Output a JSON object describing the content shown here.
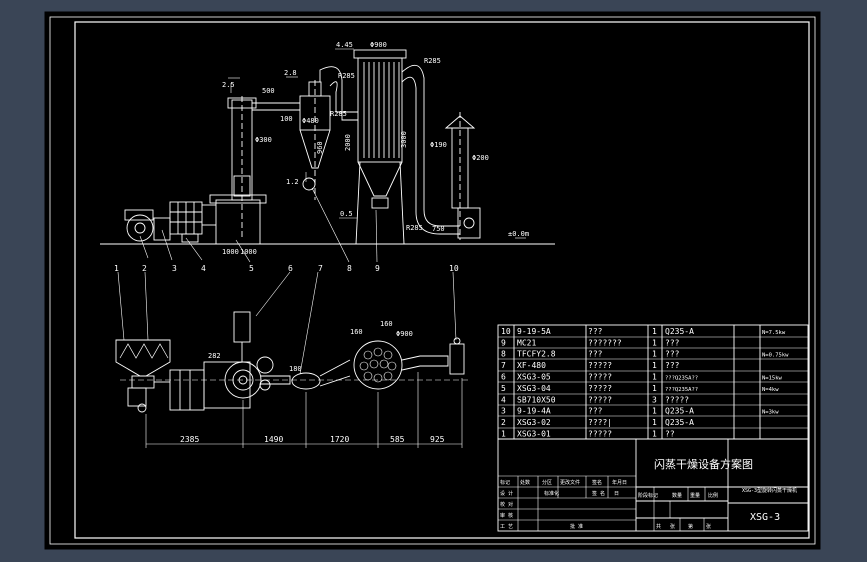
{
  "colors": {
    "background": "#3a4556",
    "sheet": "#000000",
    "line": "#ffffff",
    "accent": "#c8c8c8"
  },
  "elevation": {
    "markers": [
      "1",
      "2",
      "3",
      "4",
      "5",
      "6",
      "7",
      "8",
      "9",
      "10"
    ],
    "dims": {
      "d_445": "4.45",
      "d_900": "Φ900",
      "r285a": "R285",
      "r285b": "R285",
      "r285c": "R285",
      "r285d": "R285",
      "d_25": "2.5",
      "d_500": "500",
      "d_28": "2.8",
      "d_300": "Φ300",
      "d_480": "Φ480",
      "d_960": "960",
      "d_2000": "2000",
      "d_3000": "3000",
      "d_190": "Φ190",
      "d_200": "Φ200",
      "d_12": "1.2",
      "d_05": "0.5",
      "d_1000a": "1000",
      "d_1000b": "1000",
      "d_750": "750",
      "d_100": "100",
      "ground": "±0.0m"
    }
  },
  "plan": {
    "dims": {
      "d_2385": "2385",
      "d_1490": "1490",
      "d_1720": "1720",
      "d_585": "585",
      "d_925": "925",
      "d_282": "282",
      "d_180": "180",
      "d_160a": "160",
      "d_160b": "160",
      "d_900": "Φ900"
    }
  },
  "parts_list": {
    "rows": [
      {
        "no": "10",
        "code": "9-19-5A",
        "name": "???",
        "qty": "1",
        "mat": "Q235-A",
        "note": "N=7.5kw"
      },
      {
        "no": "9",
        "code": "MC21",
        "name": "???????",
        "qty": "1",
        "mat": "???",
        "note": ""
      },
      {
        "no": "8",
        "code": "TFCFY2.8",
        "name": "???",
        "qty": "1",
        "mat": "???",
        "note": "N=0.75kw"
      },
      {
        "no": "7",
        "code": "XF-480",
        "name": "?????",
        "qty": "1",
        "mat": "???",
        "note": ""
      },
      {
        "no": "6",
        "code": "XSG3-05",
        "name": "?????",
        "qty": "1",
        "mat": "???Q235A??",
        "note": "N=15kw"
      },
      {
        "no": "5",
        "code": "XSG3-04",
        "name": "?????",
        "qty": "1",
        "mat": "???Q235A??",
        "note": "N=4kw"
      },
      {
        "no": "4",
        "code": "SB710X50",
        "name": "?????",
        "qty": "3",
        "mat": "?????",
        "note": ""
      },
      {
        "no": "3",
        "code": "9-19-4A",
        "name": "???",
        "qty": "1",
        "mat": "Q235-A",
        "note": "N=3kw"
      },
      {
        "no": "2",
        "code": "XSG3-02",
        "name": "????|",
        "qty": "1",
        "mat": "Q235-A",
        "note": ""
      },
      {
        "no": "1",
        "code": "XSG3-01",
        "name": "?????",
        "qty": "1",
        "mat": "??",
        "note": ""
      }
    ]
  },
  "title_block": {
    "title": "闪蒸干燥设备方案图",
    "product": "XSG-3型旋转闪蒸干燥机",
    "drawing_no": "XSG-3",
    "header_cells": [
      "标记",
      "处数",
      "分区",
      "更改文件",
      "签名",
      "年月日"
    ],
    "row_design": [
      "设 计",
      "",
      "标准化",
      "",
      "签 名",
      "日"
    ],
    "row_check": [
      "校 对"
    ],
    "row_review": [
      "审 核"
    ],
    "row_process": [
      "工 艺",
      "",
      "批 准"
    ],
    "stage_cells": [
      "阶段标记",
      "数量",
      "重量",
      "比例"
    ],
    "sheet_cells": [
      "共",
      "张",
      "第",
      "张"
    ]
  }
}
